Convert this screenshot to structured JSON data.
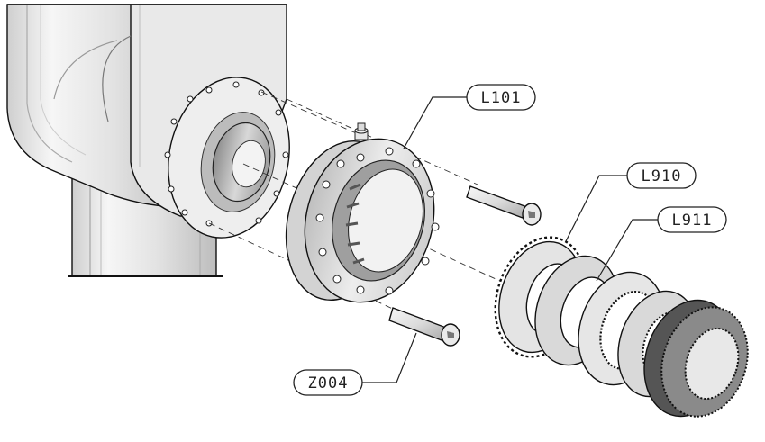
{
  "callouts": {
    "l101": "L101",
    "l910": "L910",
    "l911": "L911",
    "z004": "Z004"
  },
  "colors": {
    "line": "#111111",
    "light": "#f4f4f4",
    "mid": "#d6d6d6",
    "dark": "#9a9a9a"
  }
}
